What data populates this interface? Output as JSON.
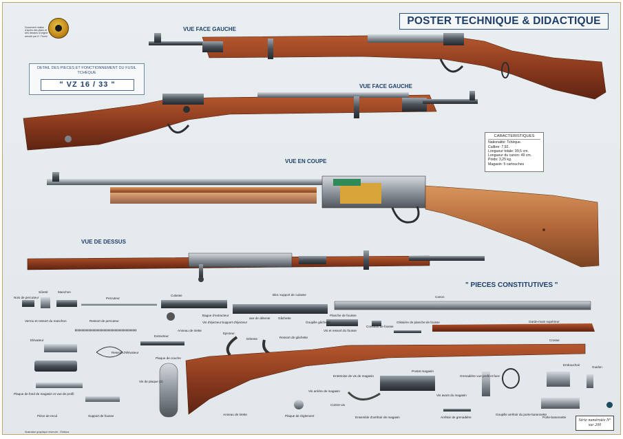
{
  "poster_title": "POSTER TECHNIQUE & DIDACTIQUE",
  "logo_note": "Document réalisé d'après des plans et des dessins d'origine annoté par H. Thomi",
  "model_box": {
    "description": "DETAIL DES PIECES ET FONCTIONNEMENT DU FUSIL TCHEQUE",
    "model": "\" VZ 16 / 33 \""
  },
  "views": {
    "left_side": "VUE FACE GAUCHE",
    "right_side": "VUE FACE GAUCHE",
    "cutaway": "VUE EN COUPE",
    "top": "VUE DE DESSUS"
  },
  "specs": {
    "title": "CARACTERISTIQUES",
    "lines": [
      "Nationalité:  Tchèque.",
      "Calibre:   7,92.",
      "Longueur totale:  99,5 cm.",
      "Longueur du canon:  49 cm.",
      "Poids:    3,25 kg.",
      "Magasin: 5 cartouches"
    ]
  },
  "pieces_title": "\" PIECES CONSTITUTIVES \"",
  "parts": {
    "noix": "Noix de percuteur",
    "surete": "Sûreté",
    "manchon": "Manchon",
    "percuteur": "Percuteur",
    "culasse": "Culasse",
    "bloc": "Bloc support de culasse",
    "canon": "Canon",
    "verrou": "Verrou et ressort du manchon",
    "ressort_perc": "Ressort de percuteur",
    "anneau_tete": "Anneau de tirette",
    "bague": "Bague d'extracteur",
    "vis_ejecteur": "Vis d'éjecteur",
    "support_ejecteur": "Support d'éjecteur",
    "axe_detente": "axe de détente",
    "gachette": "Gâchette",
    "goupille": "Goupille gâchette",
    "planche": "Planche de fouisse",
    "conseau": "Conseau de fousse",
    "glissiere": "Glissière de planche de fousse",
    "garde_main": "Garde-main supérieur",
    "elevateur": "Elévateur",
    "extracteur": "Extracteur",
    "ejecteur": "Ejecteur",
    "detente": "Détente",
    "ressort_gachette": "Ressort de gâchette",
    "vis_ressort": "Vis et ressort du fousse",
    "crosse": "Crosse",
    "ressort_elevateur": "Ressort d'élévateur",
    "plaque_couche": "Plaque de couche",
    "embouchoir": "Embouchoir",
    "guidon": "Guidon",
    "vis_plaque": "Vis de plaque (2)",
    "entretoise": "Entretoise de vis de magasin",
    "pontet": "Pontet magasin",
    "grenadiere": "Grenadière vue profil et face",
    "plaque_fond": "Plaque de fond de magasin et vue de profil",
    "vis_arriere": "Vis arrière de magasin",
    "vis_avant": "Vis avant du magasin",
    "piece_recul": "Pièce de recul",
    "support_fousse": "Support de fousse",
    "anneau_tirette": "Anneau de tirette",
    "plaque_reglement": "Plaque de règlement",
    "contre_vis": "Contre-vis",
    "ensemble_magasin": "Ensemble d'arrêtoir de magasin",
    "arretoir_grenadiere": "Arrêtoir de grenadière",
    "goupille_porte": "Goupille arrêtoir du porte-baïonnette",
    "porte_baionnette": "Porte-baïonnette"
  },
  "series_box": "Série numérotée N° sur 200",
  "footer": "Illustration graphique réservée - Éditions",
  "colors": {
    "wood": "#8b3a1e",
    "steel": "#4a5058",
    "accent": "#1e3e6a"
  }
}
